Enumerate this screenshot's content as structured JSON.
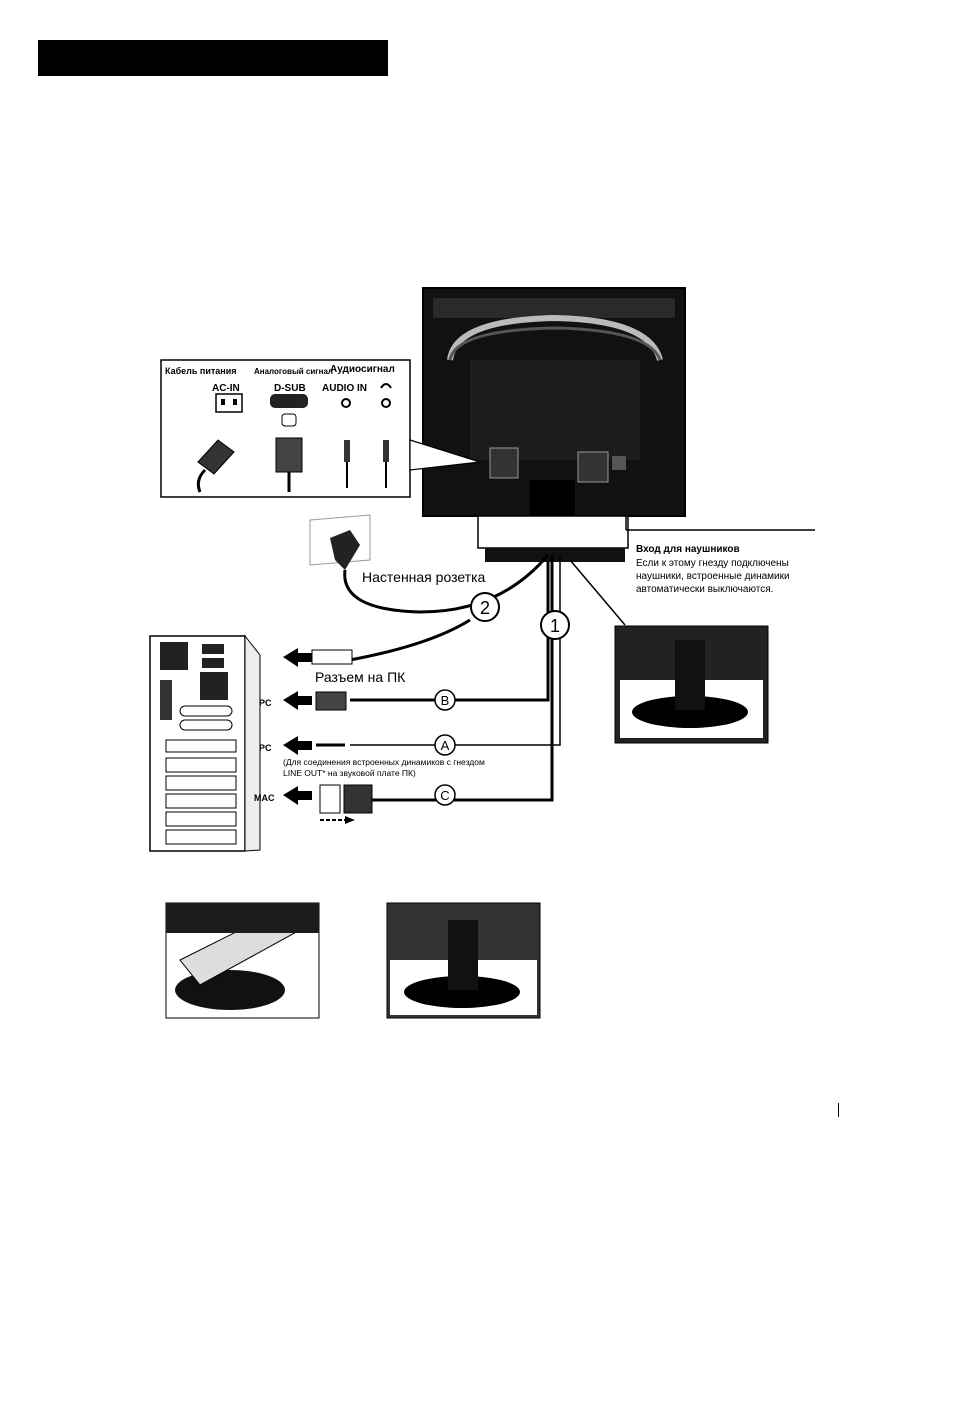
{
  "connectors_panel": {
    "power_cable": "Кабель питания",
    "analog_signal": "Аналоговый сигнал",
    "audio_signal": "Аудиосигнал",
    "ac_in": "AC-IN",
    "d_sub": "D-SUB",
    "audio_in": "AUDIO IN"
  },
  "headphone_note": {
    "title": "Вход для наушников",
    "line1": "Если к этому гнезду подключены",
    "line2": "наушники, встроенные динамики",
    "line3": "автоматически выключаются."
  },
  "wall_outlet": "Настенная розетка",
  "pc_connector": "Разъем на ПК",
  "callouts": {
    "one": "1",
    "two": "2",
    "a": "A",
    "b": "B",
    "c": "C"
  },
  "ports": {
    "pc1": "PC",
    "pc2": "PC",
    "mac": "MAC"
  },
  "speaker_note": {
    "line1": "(Для соединения встроенных динамиков с гнездом",
    "line2": "LINE OUT* на звуковой плате ПК)"
  }
}
